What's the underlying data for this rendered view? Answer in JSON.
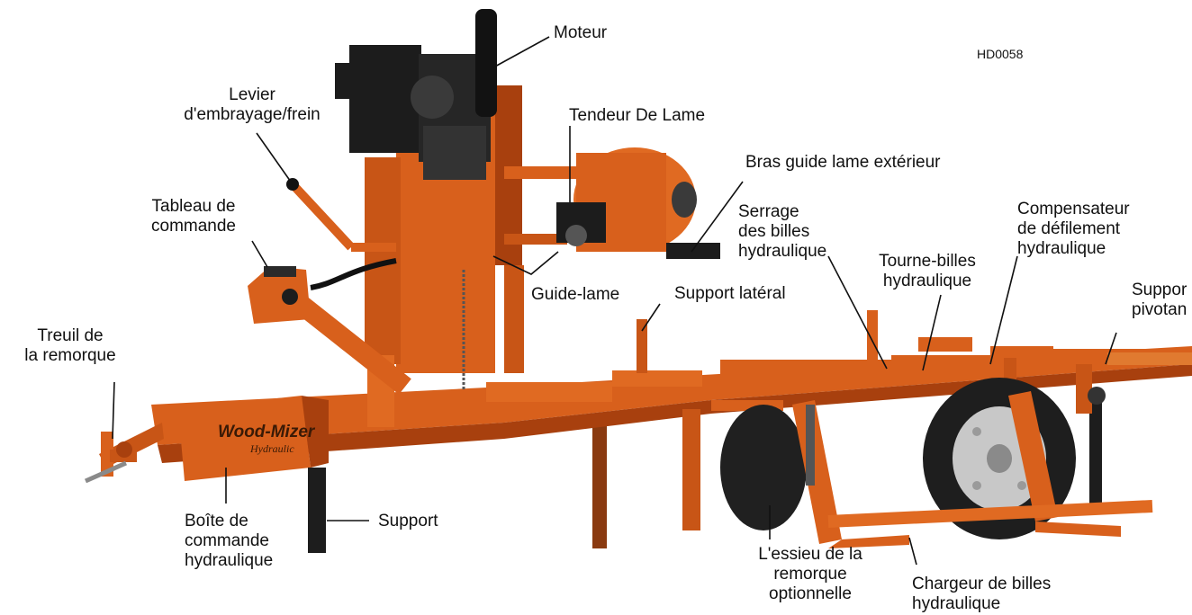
{
  "figure_id": "HD0058",
  "brand": {
    "name": "Wood-Mizer",
    "model": "Hydraulic"
  },
  "colors": {
    "frame_orange": "#d8601c",
    "frame_dark": "#a8400e",
    "engine_black": "#1c1c1c",
    "tire": "#202020",
    "rim": "#c8c8c8",
    "label_text": "#111111"
  },
  "labels": {
    "moteur": "Moteur",
    "levier": "Levier\nd'embrayage/frein",
    "tendeur": "Tendeur De Lame",
    "bras_guide": "Bras guide lame extérieur",
    "tableau": "Tableau de\ncommande",
    "serrage": "Serrage\ndes billes\nhydraulique",
    "compensateur": "Compensateur\nde défilement\nhydraulique",
    "tourne_billes": "Tourne-billes\nhydraulique",
    "support_pivotant": "Suppor\npivotan",
    "guide_lame": "Guide-lame",
    "support_lateral": "Support latéral",
    "treuil": "Treuil de\nla remorque",
    "boite": "Boîte de\ncommande\nhydraulique",
    "support": "Support",
    "essieu": "L'essieu de la\nremorque\noptionnelle",
    "chargeur": "Chargeur de billes\nhydraulique"
  }
}
